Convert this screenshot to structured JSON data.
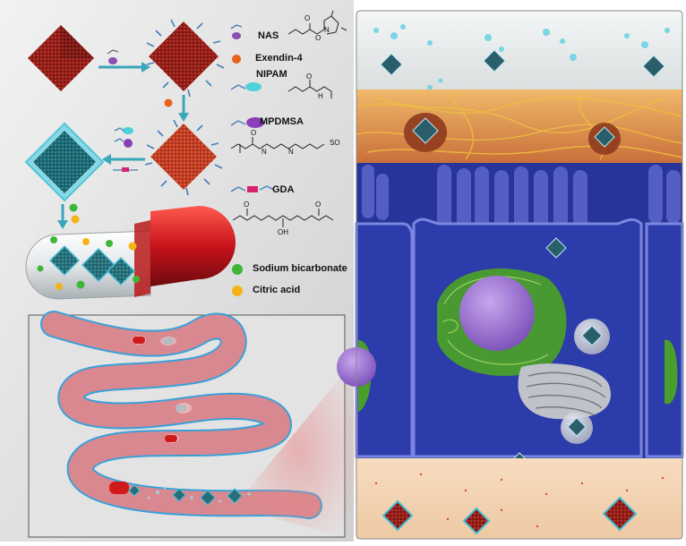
{
  "legend": {
    "nas": "NAS",
    "exendin": "Exendin-4",
    "nipam": "NIPAM",
    "mpdmsa": "MPDMSA",
    "gda": "GDA",
    "sodium_bicarbonate": "Sodium bicarbonate",
    "citric_acid": "Citric acid"
  },
  "colors": {
    "mof_core": "#8e1d16",
    "arrow": "#3aa6b9",
    "nas_purple": "#8a4fb0",
    "exendin_orange": "#e8611a",
    "nipam_cyan": "#4fd0d8",
    "mpdmsa_purple": "#8a3fb8",
    "gda_magenta": "#d8246b",
    "bicarbonate_green": "#3fb63a",
    "citric_yellow": "#f4b417",
    "capsule_red": "#d11a1a",
    "intestine_pink": "#d9888f",
    "intestine_edge": "#3aa0d8",
    "cell_blue": "#2f43a8",
    "mucus_orange": "#d98a3a",
    "golgi_green": "#4a9e2a",
    "nucleus_purple": "#a47ed0",
    "serosa_peach": "#f3d6b5"
  },
  "icons": [
    "octahedron-nanoparticle",
    "capsule",
    "intestine",
    "cell",
    "arrow"
  ]
}
